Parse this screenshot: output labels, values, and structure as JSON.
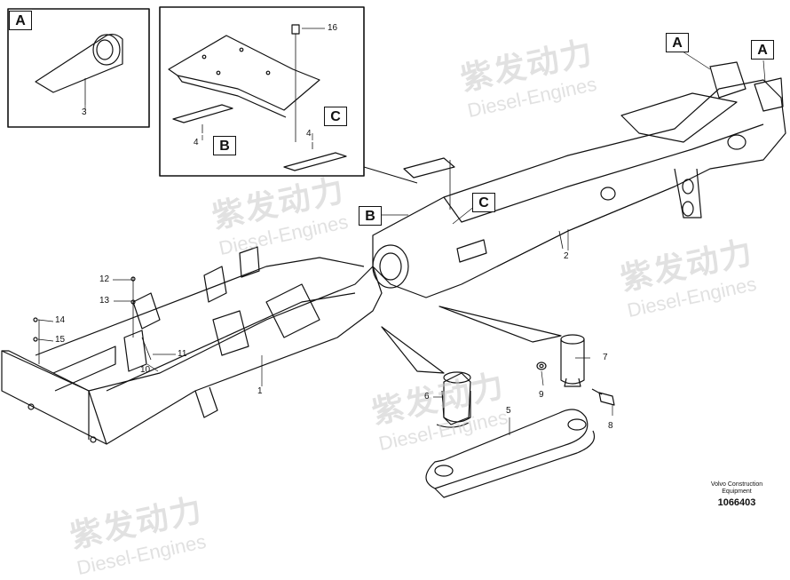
{
  "callouts": {
    "c1": "1",
    "c2": "2",
    "c3": "3",
    "c4a": "4",
    "c4b": "4",
    "c5": "5",
    "c6": "6",
    "c7": "7",
    "c8": "8",
    "c9": "9",
    "c10": "10",
    "c11": "11",
    "c12": "12",
    "c13": "13",
    "c14": "14",
    "c15": "15",
    "c16": "16"
  },
  "letters": {
    "a_detail": "A",
    "a_frame_left": "A",
    "a_frame_right": "A",
    "b_detail": "B",
    "b_frame": "B",
    "c_detail": "C",
    "c_frame": "C"
  },
  "footer": {
    "brand_line1": "Volvo Construction",
    "brand_line2": "Equipment",
    "drawing_number": "1066403"
  },
  "watermark": {
    "chinese": "紫发动力",
    "english": "Diesel-Engines"
  },
  "colors": {
    "line": "#111111",
    "watermark": "#c9c9c9"
  }
}
